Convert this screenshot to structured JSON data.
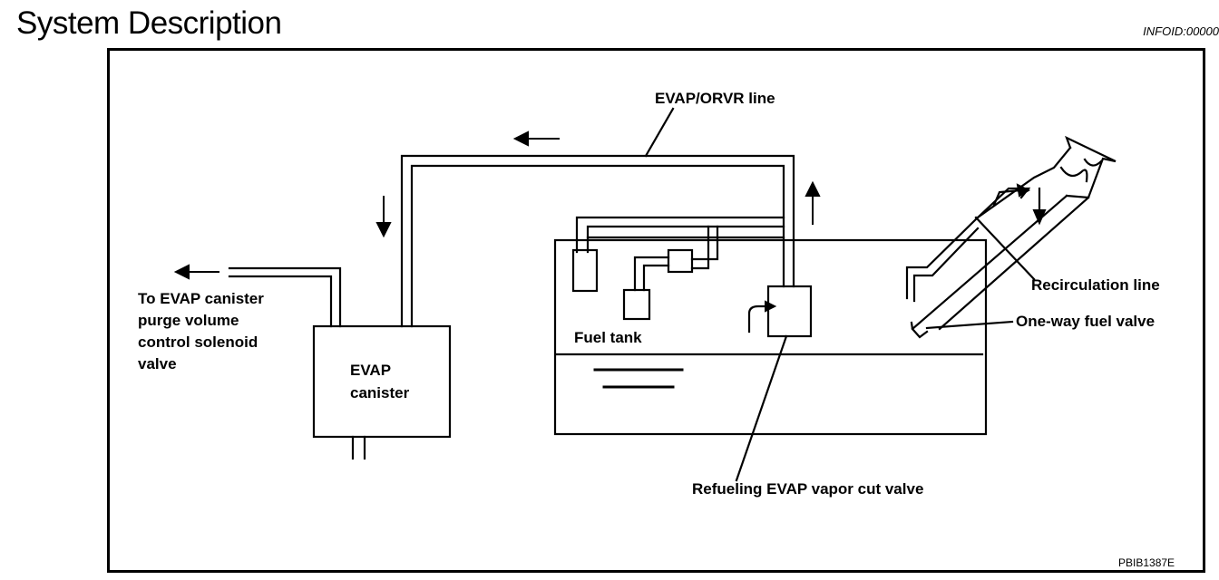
{
  "title": "System Description",
  "info_id": "INFOID:00000",
  "figure_ref": "PBIB1387E",
  "labels": {
    "evap_orvr_line": "EVAP/ORVR line",
    "to_purge_line1": "To EVAP canister",
    "to_purge_line2": "purge volume",
    "to_purge_line3": "control solenoid",
    "to_purge_line4": "valve",
    "evap_canister_line1": "EVAP",
    "evap_canister_line2": "canister",
    "fuel_tank": "Fuel tank",
    "recirculation_line": "Recirculation line",
    "one_way_fuel_valve": "One-way fuel valve",
    "refueling_cut_valve": "Refueling EVAP vapor cut valve"
  }
}
